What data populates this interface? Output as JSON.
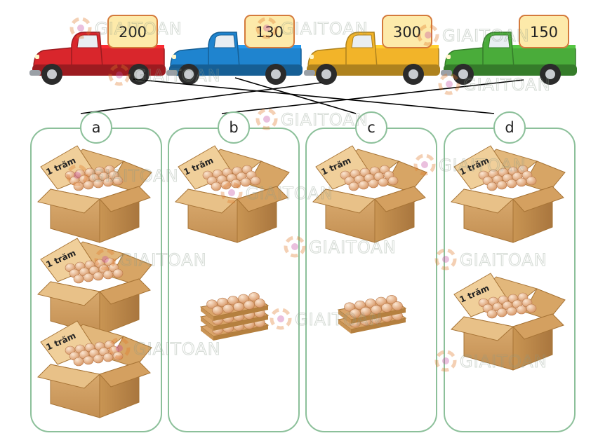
{
  "trucks": [
    {
      "id": "red",
      "value": "200",
      "color": "#d9262c"
    },
    {
      "id": "blue",
      "value": "130",
      "color": "#1f84cf"
    },
    {
      "id": "yellow",
      "value": "300",
      "color": "#f2b429"
    },
    {
      "id": "green",
      "value": "150",
      "color": "#4aac3a"
    }
  ],
  "groups": [
    {
      "letter": "a",
      "hundred_boxes": 3,
      "ten_trays": 0
    },
    {
      "letter": "b",
      "hundred_boxes": 1,
      "ten_trays": 3
    },
    {
      "letter": "c",
      "hundred_boxes": 1,
      "ten_trays": 2
    },
    {
      "letter": "d",
      "hundred_boxes": 2,
      "ten_trays": 0
    }
  ],
  "box_label": "1 trăm",
  "watermark_text": "GIAITOAN",
  "colors": {
    "frame_border": "#8cc09a",
    "label_bg": "#fdeaaa",
    "label_border": "#d47a3c",
    "box": "#d9a868",
    "egg": "#f0c9a4",
    "line": "#000000"
  },
  "connections": [
    {
      "truck": "red",
      "group": "d"
    },
    {
      "truck": "blue",
      "group": "c"
    },
    {
      "truck": "yellow",
      "group": "a"
    },
    {
      "truck": "green",
      "group": "b"
    }
  ]
}
